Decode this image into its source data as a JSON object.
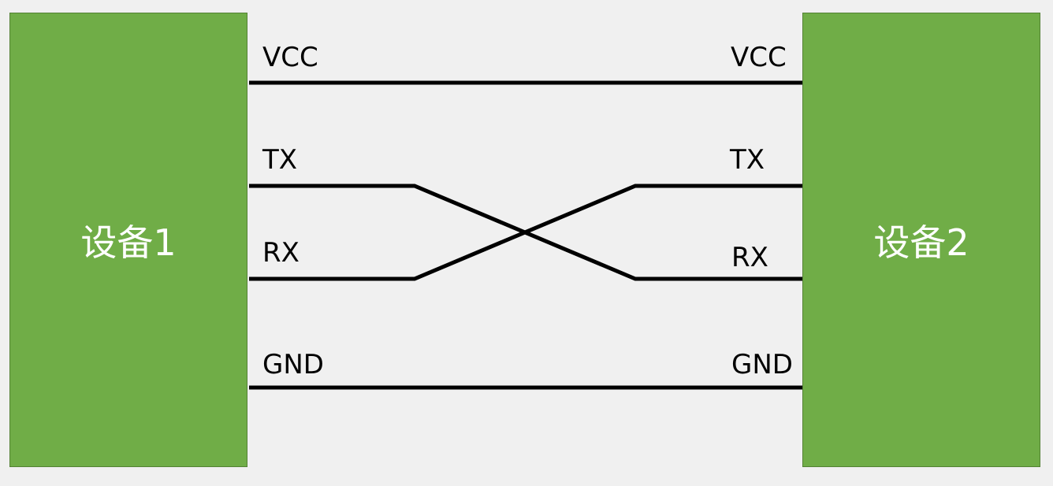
{
  "colors": {
    "background": "#f0f0f0",
    "device_fill": "#70ad47",
    "device_border": "#548235",
    "wire": "#000000",
    "label_text": "#000000",
    "device_text": "#ffffff"
  },
  "devices": {
    "left": {
      "name": "设备1"
    },
    "right": {
      "name": "设备2"
    }
  },
  "pins": {
    "left": {
      "vcc": "VCC",
      "tx": "TX",
      "rx": "RX",
      "gnd": "GND"
    },
    "right": {
      "vcc": "VCC",
      "tx": "TX",
      "rx": "RX",
      "gnd": "GND"
    }
  },
  "connections": [
    {
      "from": "VCC",
      "to": "VCC",
      "style": "straight"
    },
    {
      "from": "TX",
      "to": "RX",
      "style": "crossed"
    },
    {
      "from": "RX",
      "to": "TX",
      "style": "crossed"
    },
    {
      "from": "GND",
      "to": "GND",
      "style": "straight"
    }
  ]
}
